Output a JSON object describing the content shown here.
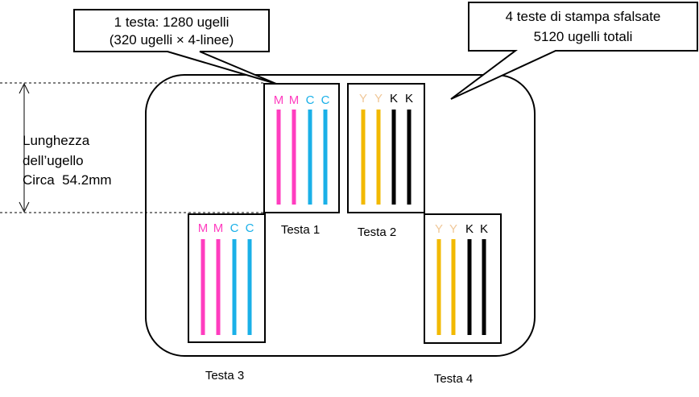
{
  "callouts": {
    "head": {
      "line1": "1 testa: 1280 ugelli",
      "line2": "(320 ugelli × 4-linee)"
    },
    "total": {
      "line1": "4 teste di stampa sfalsate",
      "line2": "5120 ugelli totali"
    }
  },
  "dimension": {
    "line1": "Lunghezza",
    "line2": "dell’ugello",
    "line3": "Circa  54.2mm"
  },
  "heads": [
    {
      "label": "Testa 1",
      "letters": [
        "M",
        "M",
        "C",
        "C"
      ],
      "colors": [
        "#ff3dbf",
        "#ff3dbf",
        "#1ab0e8",
        "#1ab0e8"
      ],
      "letterColors": [
        "#ff3dbf",
        "#ff3dbf",
        "#1ab0e8",
        "#1ab0e8"
      ]
    },
    {
      "label": "Testa 2",
      "letters": [
        "Y",
        "Y",
        "K",
        "K"
      ],
      "colors": [
        "#f2b900",
        "#f2b900",
        "#000000",
        "#000000"
      ],
      "letterColors": [
        "#f0c89a",
        "#f0c89a",
        "#000000",
        "#000000"
      ]
    },
    {
      "label": "Testa 3",
      "letters": [
        "M",
        "M",
        "C",
        "C"
      ],
      "colors": [
        "#ff3dbf",
        "#ff3dbf",
        "#1ab0e8",
        "#1ab0e8"
      ],
      "letterColors": [
        "#ff3dbf",
        "#ff3dbf",
        "#1ab0e8",
        "#1ab0e8"
      ]
    },
    {
      "label": "Testa 4",
      "letters": [
        "Y",
        "Y",
        "K",
        "K"
      ],
      "colors": [
        "#f2b900",
        "#f2b900",
        "#000000",
        "#000000"
      ],
      "letterColors": [
        "#f0c89a",
        "#f0c89a",
        "#000000",
        "#000000"
      ]
    }
  ]
}
